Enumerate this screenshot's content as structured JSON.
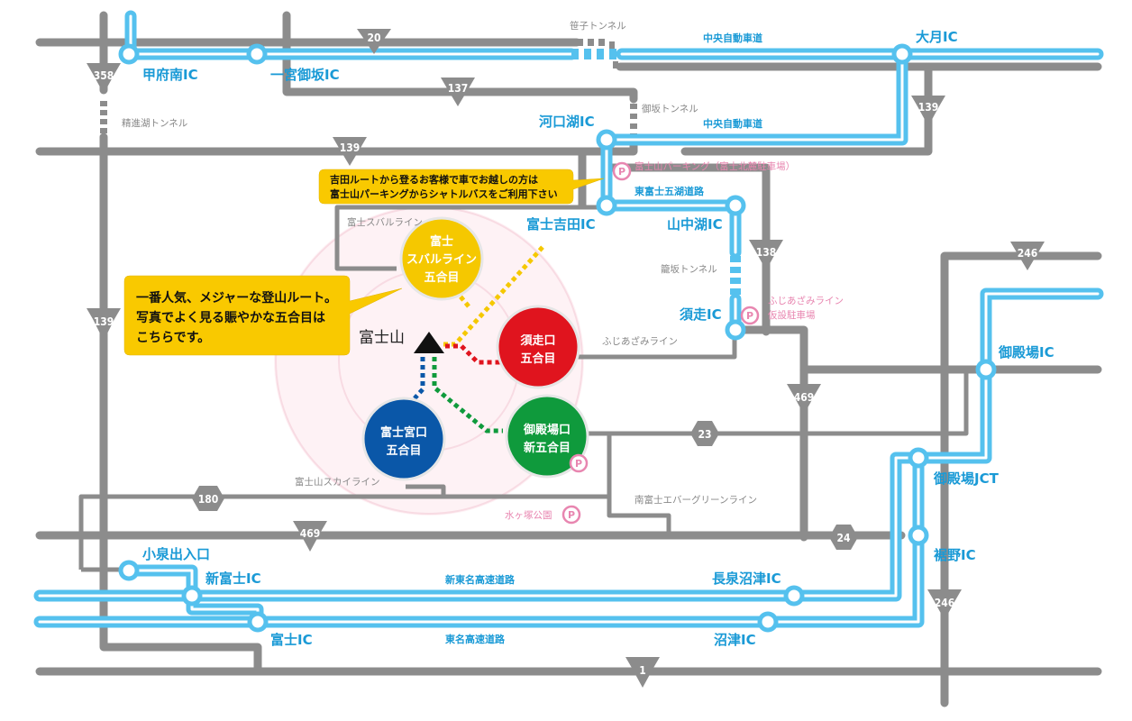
{
  "mountain": {
    "label": "富士山"
  },
  "tunnels": {
    "sasago": "笹子トンネル",
    "misaka": "御坂トンネル",
    "shojiko": "精進湖トンネル",
    "kagosaka": "籠坂トンネル"
  },
  "expressways": {
    "chuo_1": "中央自動車道",
    "chuo_2": "中央自動車道",
    "higashi_fuji_goko": "東富士五湖道路",
    "shin_tomei": "新東名高速道路",
    "tomei": "東名高速道路"
  },
  "interchanges": {
    "kofu_minami": "甲府南IC",
    "ichinomiya_misaka": "一宮御坂IC",
    "otsuki": "大月IC",
    "kawaguchiko": "河口湖IC",
    "fuji_yoshida": "富士吉田IC",
    "yamanakako": "山中湖IC",
    "subashiri": "須走IC",
    "gotemba": "御殿場IC",
    "gotemba_jct": "御殿場JCT",
    "susono": "裾野IC",
    "nagaizumi_numazu": "長泉沼津IC",
    "numazu": "沼津IC",
    "koizumi": "小泉出入口",
    "shin_fuji": "新富士IC",
    "fuji": "富士IC"
  },
  "local_roads": {
    "subaru_line": "富士スバルライン",
    "fujiazami_line_1": "ふじあざみライン",
    "fujisan_skyline": "富士山スカイライン",
    "minami_fuji_evergreen": "南富士エバーグリーンライン"
  },
  "parking": {
    "fujisan_parking": "富士山パーキング（富士北麓駐車場）",
    "fujiazami_temp": [
      "ふじあざみライン",
      "仮設駐車場"
    ],
    "mizugatsuka": "水ヶ塚公園",
    "icon": "P"
  },
  "route_shields": {
    "r20": "20",
    "r358": "358",
    "r137": "137",
    "r139_top": "139",
    "r139_right": "139",
    "r139_left": "139",
    "r138": "138",
    "r246_top": "246",
    "r246_bottom": "246",
    "r469_center": "469",
    "r469_left": "469",
    "r23": "23",
    "r24": "24",
    "r180": "180",
    "r1": "1"
  },
  "fifth_stations": {
    "yoshida": {
      "lines": [
        "富士",
        "スバルライン",
        "五合目"
      ],
      "color": "#f5c800"
    },
    "subashiri": {
      "lines": [
        "須走口",
        "五合目"
      ],
      "color": "#e0141e"
    },
    "fujinomiya": {
      "lines": [
        "富士宮口",
        "五合目"
      ],
      "color": "#0a57a8"
    },
    "gotemba": {
      "lines": [
        "御殿場口",
        "新五合目"
      ],
      "color": "#0f9a3c"
    }
  },
  "callouts": {
    "shuttle": [
      "吉田ルートから登るお客様で車でお越しの方は",
      "富士山パーキングからシャトルバスをご利用下さい"
    ],
    "popular": [
      "一番人気、メジャーな登山ルート。",
      "写真でよく見る賑やかな五合目は",
      "こちらです。"
    ]
  },
  "colors": {
    "expressway": "#55c1ee",
    "road": "#8c8c8c",
    "ic_text": "#1a9ad6",
    "parking": "#e886b0",
    "callout": "#f9c900"
  }
}
